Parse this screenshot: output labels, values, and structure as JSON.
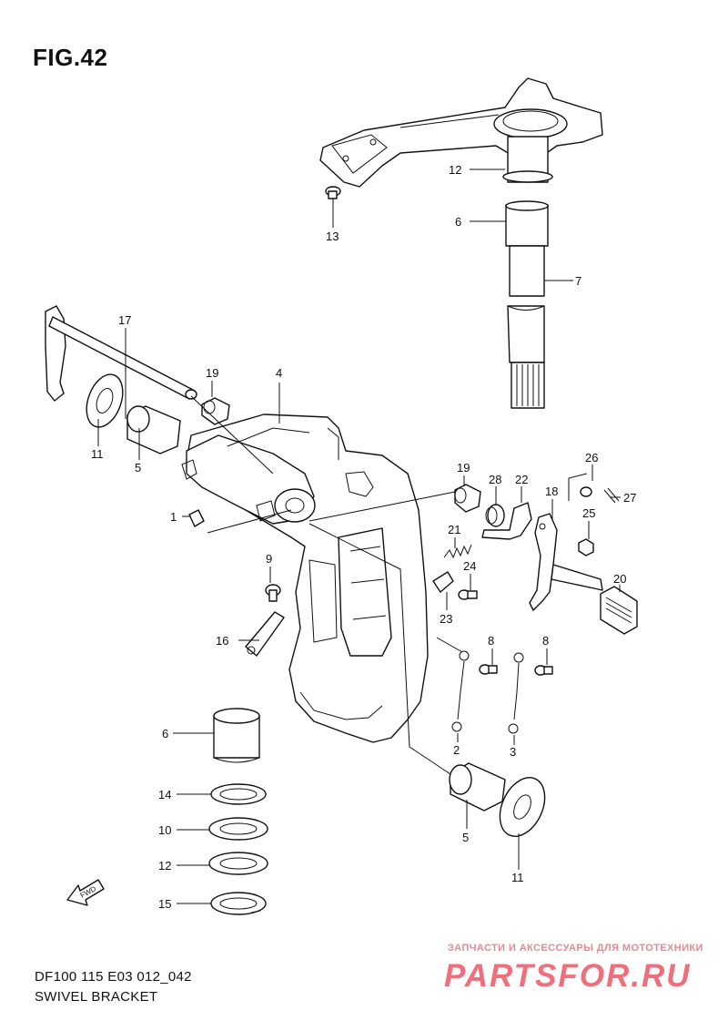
{
  "figure": {
    "title": "FIG.42",
    "code": "DF100 115 E03 012_042",
    "name": "SWIVEL BRACKET",
    "fwd_mark": "FWD"
  },
  "watermark": {
    "tagline": "ЗАПЧАСТИ И АКСЕССУАРЫ ДЛЯ МОТОТЕХНИКИ",
    "logo": "PARTSFOR.RU"
  },
  "callouts": [
    {
      "id": "c12a",
      "label": "12"
    },
    {
      "id": "c6a",
      "label": "6"
    },
    {
      "id": "c7",
      "label": "7"
    },
    {
      "id": "c13",
      "label": "13"
    },
    {
      "id": "c17",
      "label": "17"
    },
    {
      "id": "c19a",
      "label": "19"
    },
    {
      "id": "c4",
      "label": "4"
    },
    {
      "id": "c11a",
      "label": "11"
    },
    {
      "id": "c5a",
      "label": "5"
    },
    {
      "id": "c1",
      "label": "1"
    },
    {
      "id": "c19b",
      "label": "19"
    },
    {
      "id": "c28",
      "label": "28"
    },
    {
      "id": "c22",
      "label": "22"
    },
    {
      "id": "c26",
      "label": "26"
    },
    {
      "id": "c27",
      "label": "27"
    },
    {
      "id": "c18",
      "label": "18"
    },
    {
      "id": "c25",
      "label": "25"
    },
    {
      "id": "c21",
      "label": "21"
    },
    {
      "id": "c24",
      "label": "24"
    },
    {
      "id": "c20",
      "label": "20"
    },
    {
      "id": "c23",
      "label": "23"
    },
    {
      "id": "c9",
      "label": "9"
    },
    {
      "id": "c16",
      "label": "16"
    },
    {
      "id": "c8a",
      "label": "8"
    },
    {
      "id": "c8b",
      "label": "8"
    },
    {
      "id": "c2",
      "label": "2"
    },
    {
      "id": "c3",
      "label": "3"
    },
    {
      "id": "c6b",
      "label": "6"
    },
    {
      "id": "c14",
      "label": "14"
    },
    {
      "id": "c10",
      "label": "10"
    },
    {
      "id": "c12b",
      "label": "12"
    },
    {
      "id": "c15",
      "label": "15"
    },
    {
      "id": "c5b",
      "label": "5"
    },
    {
      "id": "c11b",
      "label": "11"
    }
  ]
}
